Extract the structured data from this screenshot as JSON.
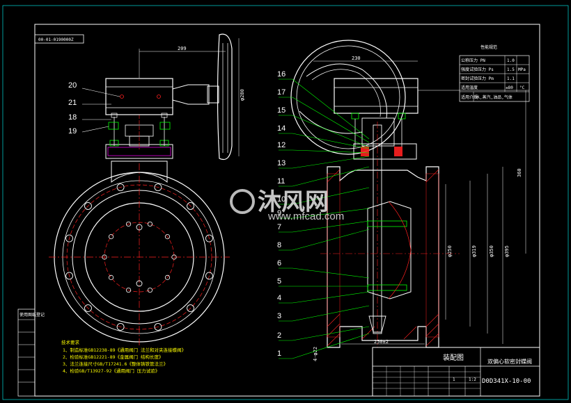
{
  "drawing_code": "00-01-0190000Z",
  "side_stamp": "使用图纸登记",
  "gear_view_labels": [
    "20",
    "21",
    "18",
    "19"
  ],
  "section_view_labels": [
    "16",
    "17",
    "15",
    "14",
    "12",
    "13",
    "11",
    "10",
    "9",
    "7",
    "8",
    "6",
    "5",
    "4",
    "3",
    "2",
    "1"
  ],
  "dimensions": {
    "handwheel_offset": "209",
    "handwheel_dia": "φ280",
    "top_width": "230",
    "height": "360",
    "bore1": "φ250",
    "bore2": "φ319",
    "bore3": "φ350",
    "flange_dia": "φ395",
    "face_to_face": "250±2",
    "flange_thk": "4-φ22"
  },
  "specs_table": {
    "title": "性能规范",
    "rows": [
      {
        "label": "公称压力 PN",
        "value": "1.0",
        "unit": ""
      },
      {
        "label": "强度试验压力 Ps",
        "value": "1.5",
        "unit": "MPa"
      },
      {
        "label": "密封试验压力 Pm",
        "value": "1.1",
        "unit": ""
      },
      {
        "label": "适用温度",
        "value": "≤80",
        "unit": "°C"
      },
      {
        "label": "适用介质",
        "value": "水,蒸汽,油品,气体",
        "unit": ""
      }
    ]
  },
  "tech_notes": {
    "title": "技术要求",
    "lines": [
      "1、制造标准GB12238-89《通用阀门 法兰和对夹连接蝶阀》",
      "2、检验标准GB12221-89《金属阀门 结构长度》",
      "3、法兰连接尺寸GB/T17241.6《整体铸铁管法兰》",
      "4、检验GB/T13927-92《通用阀门 压力试验》"
    ]
  },
  "title_block": {
    "drawing_type": "装配图",
    "product_name": "双偏心软密封蝶阀",
    "drawing_number": "D0D341X-10-00",
    "scale": "1:2",
    "sheet": "1"
  },
  "watermark": {
    "brand": "沐风网",
    "url": "www.mfcad.com"
  },
  "colors": {
    "background": "#000000",
    "primary_line": "#ffffff",
    "accent_red": "#ff2020",
    "accent_cyan": "#00ffff",
    "accent_magenta": "#ff00ff",
    "accent_green": "#00ff00",
    "accent_yellow": "#ffff00"
  }
}
